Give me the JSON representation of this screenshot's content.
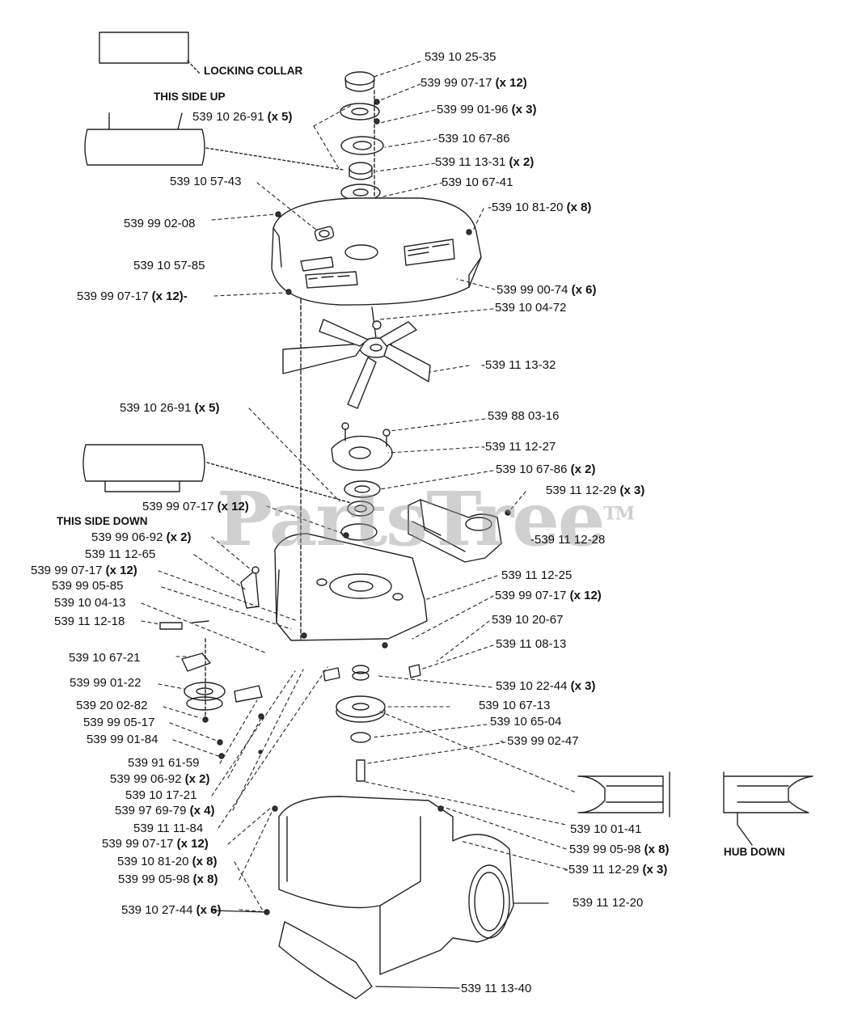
{
  "watermark": "PartsTree",
  "watermark_mark": "TM",
  "notes": {
    "locking_collar": "LOCKING COLLAR",
    "this_side_up": "THIS SIDE UP",
    "this_side_down": "THIS SIDE DOWN",
    "hub_down": "HUB DOWN"
  },
  "parts": [
    {
      "num": "539 10 25-35",
      "qty": ""
    },
    {
      "num": "539 99 07-17",
      "qty": "(x 12)"
    },
    {
      "num": "539 99 01-96",
      "qty": "(x 3)"
    },
    {
      "num": "539 10 26-91",
      "qty": "(x 5)"
    },
    {
      "num": "539 10 67-86",
      "qty": ""
    },
    {
      "num": "539 11 13-31",
      "qty": "(x 2)"
    },
    {
      "num": "539 10 57-43",
      "qty": ""
    },
    {
      "num": "539 10 67-41",
      "qty": ""
    },
    {
      "num": "539 99 02-08",
      "qty": ""
    },
    {
      "num": "-539 10 81-20",
      "qty": "(x 8)"
    },
    {
      "num": "539 10 57-85",
      "qty": ""
    },
    {
      "num": "539 99 07-17",
      "qty": "(x 12)-"
    },
    {
      "num": "539 99 00-74",
      "qty": "(x 6)"
    },
    {
      "num": "539 10 04-72",
      "qty": ""
    },
    {
      "num": "-539 11 13-32",
      "qty": ""
    },
    {
      "num": "539 10 26-91",
      "qty": "(x 5)"
    },
    {
      "num": "539 88 03-16",
      "qty": ""
    },
    {
      "num": "-539 11 12-27",
      "qty": ""
    },
    {
      "num": "539 10 67-86",
      "qty": "(x 2)"
    },
    {
      "num": "539 11 12-29",
      "qty": "(x 3)"
    },
    {
      "num": "539 99 07-17",
      "qty": "(x 12)"
    },
    {
      "num": "539 99 06-92",
      "qty": "(x 2)"
    },
    {
      "num": "-539 11 12-28",
      "qty": ""
    },
    {
      "num": "539 11 12-65",
      "qty": ""
    },
    {
      "num": "539 99 07-17",
      "qty": "(x 12)"
    },
    {
      "num": "539 99 05-85",
      "qty": ""
    },
    {
      "num": "539 11 12-25",
      "qty": ""
    },
    {
      "num": "539 99 07-17",
      "qty": "(x 12)"
    },
    {
      "num": "539 10 04-13",
      "qty": ""
    },
    {
      "num": "539 10 20-67",
      "qty": ""
    },
    {
      "num": "539 11 12-18",
      "qty": ""
    },
    {
      "num": "539 11 08-13",
      "qty": ""
    },
    {
      "num": "539 10 67-21",
      "qty": ""
    },
    {
      "num": "539 99 01-22",
      "qty": ""
    },
    {
      "num": "539 10 22-44",
      "qty": "(x 3)"
    },
    {
      "num": "539 20 02-82",
      "qty": ""
    },
    {
      "num": "539 10 67-13",
      "qty": ""
    },
    {
      "num": "539 99 05-17",
      "qty": ""
    },
    {
      "num": "539 10 65-04",
      "qty": ""
    },
    {
      "num": "539 99 01-84",
      "qty": ""
    },
    {
      "num": "- 539 99 02-47",
      "qty": ""
    },
    {
      "num": "539 91 61-59",
      "qty": ""
    },
    {
      "num": "539 99 06-92",
      "qty": "(x 2)"
    },
    {
      "num": "539 10 17-21",
      "qty": ""
    },
    {
      "num": "539 97 69-79",
      "qty": "(x 4)"
    },
    {
      "num": "539 11 11-84",
      "qty": ""
    },
    {
      "num": "539 10 01-41",
      "qty": ""
    },
    {
      "num": "539 99 07-17",
      "qty": "(x 12)"
    },
    {
      "num": "539 99 05-98",
      "qty": "(x 8)"
    },
    {
      "num": "539 10 81-20",
      "qty": "(x 8)"
    },
    {
      "num": "-539 11 12-29",
      "qty": "(x 3)"
    },
    {
      "num": "539 99 05-98",
      "qty": "(x 8)"
    },
    {
      "num": "539 11 12-20",
      "qty": ""
    },
    {
      "num": "539 10 27-44",
      "qty": "(x 6)"
    },
    {
      "num": "539 11 13-40",
      "qty": ""
    }
  ]
}
